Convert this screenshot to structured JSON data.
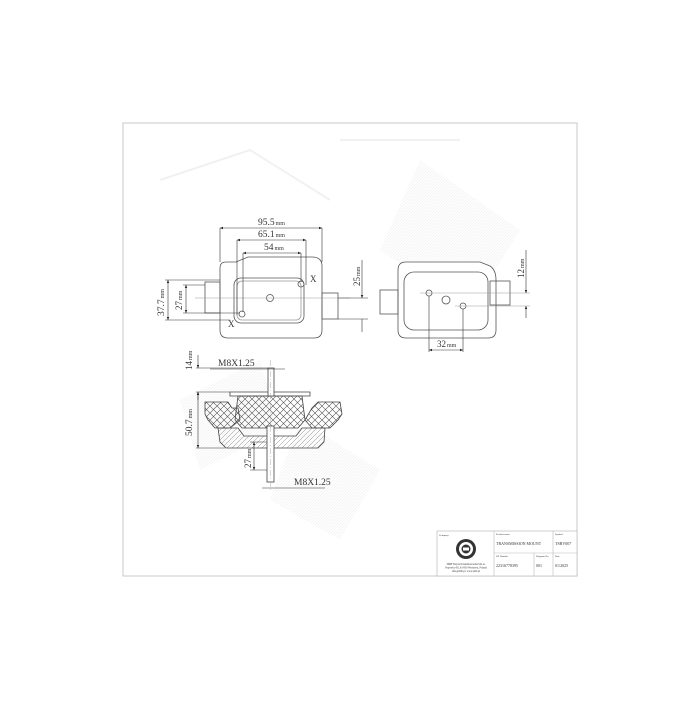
{
  "drawing": {
    "views": {
      "top": {
        "dims": {
          "overall_length": "95.5",
          "hole_spacing_outer": "65.1",
          "hole_spacing_inner": "54",
          "overall_width": "37.7",
          "inner_width": "27",
          "stud_offset": "25",
          "unit": "mm"
        },
        "markers": [
          "X",
          "X"
        ]
      },
      "bottom": {
        "dims": {
          "hole_offset": "12",
          "hole_spacing": "32",
          "unit": "mm"
        }
      },
      "section": {
        "dims": {
          "top_stud_height": "14",
          "body_height": "50.7",
          "bottom_stud_length": "27",
          "unit": "mm"
        },
        "thread_top": "M8X1.25",
        "thread_bottom": "M8X1.25"
      }
    },
    "title_block": {
      "company_label": "Company",
      "company_text_line1": "SMB Wojciech Adamczewski S.K.A.",
      "company_text_line2": "Popowice 65, 61-000 Wschowa, Poland",
      "company_text_line3": "info@smb.pl, www.smb.pl",
      "product_name_label": "Product name",
      "product_name": "TRANSMISSION MOUNT",
      "symbol_label": "Symbol",
      "symbol": "TSBV007",
      "oe_number_label": "OE Number",
      "oe_number": "22316778395",
      "diagram_no_label": "Diagram No.",
      "diagram_no": "001",
      "date_label": "Date",
      "date": "01/2025"
    }
  }
}
